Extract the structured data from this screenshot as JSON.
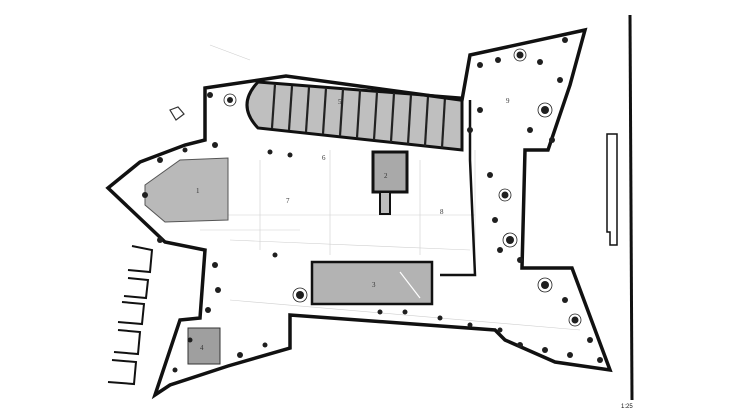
{
  "plan": {
    "colors": {
      "wall": "#111111",
      "shaded": "#bdbdbd",
      "dark_shade": "#9a9a9a",
      "faint_line": "#c8c8c8",
      "vegetation": "#222222"
    },
    "room_labels": [
      {
        "id": "1",
        "text": "1"
      },
      {
        "id": "2",
        "text": "2"
      },
      {
        "id": "3",
        "text": "3"
      },
      {
        "id": "4",
        "text": "4"
      },
      {
        "id": "5",
        "text": "5"
      },
      {
        "id": "6",
        "text": "6"
      },
      {
        "id": "7",
        "text": "7"
      },
      {
        "id": "8",
        "text": "8"
      },
      {
        "id": "9",
        "text": "9"
      }
    ],
    "scale_label": "1:25"
  }
}
